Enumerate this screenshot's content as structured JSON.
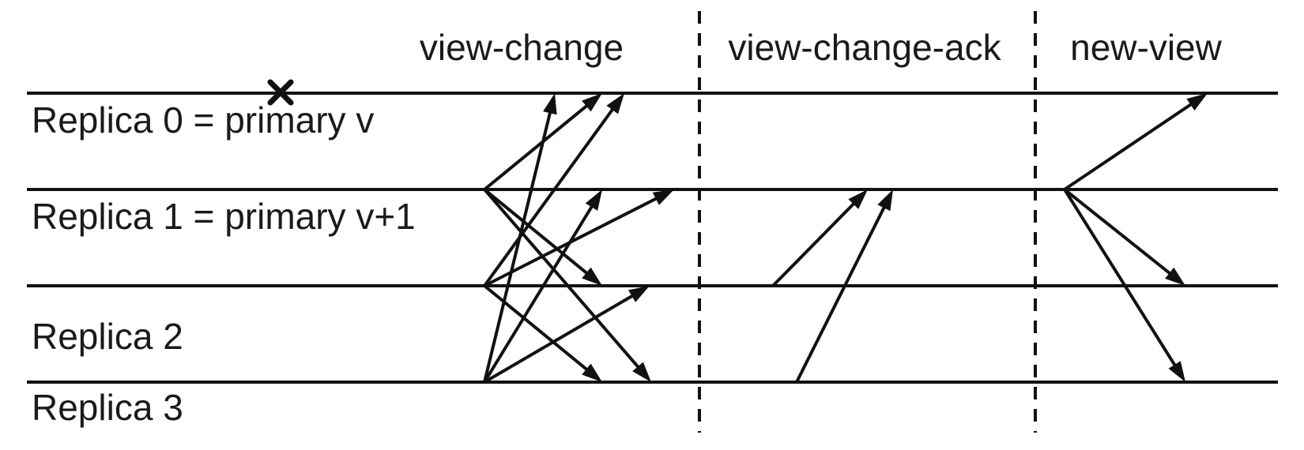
{
  "phases": [
    {
      "id": "view-change",
      "label": "view-change"
    },
    {
      "id": "view-change-ack",
      "label": "view-change-ack"
    },
    {
      "id": "new-view",
      "label": "new-view"
    }
  ],
  "replicas": [
    {
      "id": 0,
      "label": "Replica 0 = primary v",
      "crashed": true
    },
    {
      "id": 1,
      "label": "Replica 1 = primary v+1",
      "crashed": false
    },
    {
      "id": 2,
      "label": "Replica 2",
      "crashed": false
    },
    {
      "id": 3,
      "label": "Replica 3",
      "crashed": false
    }
  ],
  "messages": [
    {
      "phase": "view-change",
      "from": 1,
      "to": 0
    },
    {
      "phase": "view-change",
      "from": 1,
      "to": 2
    },
    {
      "phase": "view-change",
      "from": 1,
      "to": 3
    },
    {
      "phase": "view-change",
      "from": 2,
      "to": 0
    },
    {
      "phase": "view-change",
      "from": 2,
      "to": 1
    },
    {
      "phase": "view-change",
      "from": 2,
      "to": 3
    },
    {
      "phase": "view-change",
      "from": 3,
      "to": 0
    },
    {
      "phase": "view-change",
      "from": 3,
      "to": 1
    },
    {
      "phase": "view-change",
      "from": 3,
      "to": 2
    },
    {
      "phase": "view-change-ack",
      "from": 2,
      "to": 1
    },
    {
      "phase": "view-change-ack",
      "from": 3,
      "to": 1
    },
    {
      "phase": "new-view",
      "from": 1,
      "to": 0
    },
    {
      "phase": "new-view",
      "from": 1,
      "to": 2
    },
    {
      "phase": "new-view",
      "from": 1,
      "to": 3
    }
  ],
  "icons": {
    "crash": "x-mark-icon"
  }
}
